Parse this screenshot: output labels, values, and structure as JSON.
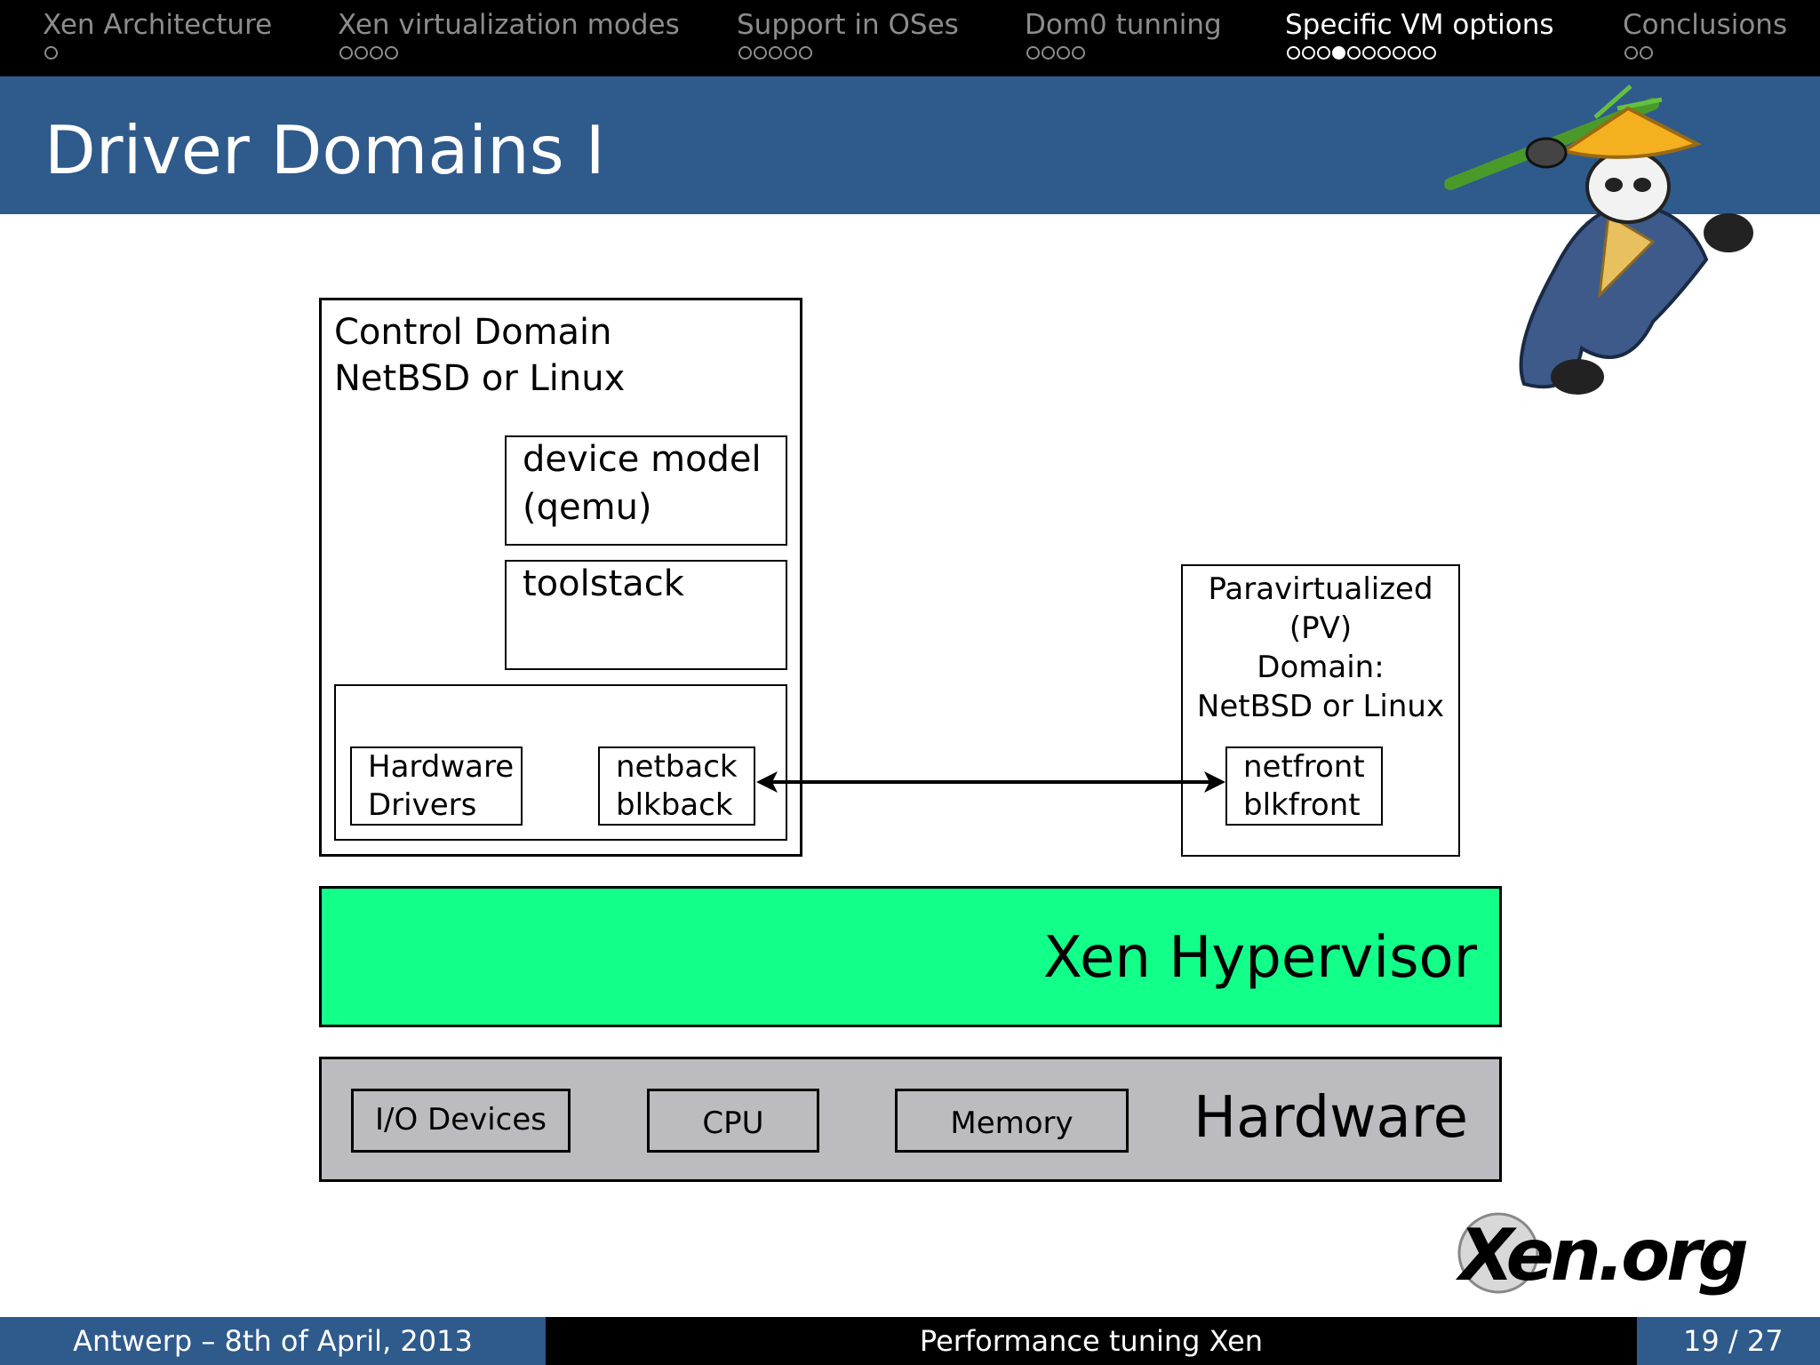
{
  "nav": {
    "sections": [
      {
        "title": "Xen Architecture",
        "dots": 1,
        "filled_index": -1,
        "active": false
      },
      {
        "title": "Xen virtualization modes",
        "dots": 4,
        "filled_index": -1,
        "active": false
      },
      {
        "title": "Support in OSes",
        "dots": 5,
        "filled_index": -1,
        "active": false
      },
      {
        "title": "Dom0 tunning",
        "dots": 4,
        "filled_index": -1,
        "active": false
      },
      {
        "title": "Specific VM options",
        "dots": 10,
        "filled_index": 3,
        "active": true
      },
      {
        "title": "Conclusions",
        "dots": 2,
        "filled_index": -1,
        "active": false
      }
    ]
  },
  "slide": {
    "title": "Driver Domains I"
  },
  "diagram": {
    "control_domain": {
      "line1": "Control Domain",
      "line2": "NetBSD or Linux"
    },
    "device_model": {
      "line1": "device model",
      "line2": "(qemu)"
    },
    "toolstack": {
      "label": "toolstack"
    },
    "hardware_drivers": {
      "line1": "Hardware",
      "line2": "Drivers"
    },
    "backend": {
      "line1": "netback",
      "line2": "blkback"
    },
    "pv_domain": {
      "line1": "Paravirtualized",
      "line2": "(PV)",
      "line3": "Domain:",
      "line4": "NetBSD or Linux"
    },
    "frontend": {
      "line1": "netfront",
      "line2": "blkfront"
    },
    "hypervisor": {
      "label": "Xen Hypervisor",
      "color": "#12ff8a"
    },
    "hardware": {
      "label": "Hardware",
      "color": "#bcbbbf",
      "components": [
        "I/O Devices",
        "CPU",
        "Memory"
      ]
    }
  },
  "logos": {
    "xen_org": "Xen.org",
    "mascot": "xen-panda-mascot-icon"
  },
  "footer": {
    "left": "Antwerp – 8th of April, 2013",
    "center": "Performance tuning Xen",
    "page_current": "19",
    "page_total": "27",
    "page_text": "19 / 27"
  },
  "colors": {
    "nav_bg": "#000000",
    "title_band": "#2f5a8c",
    "footer_side": "#2f5a8c",
    "footer_center": "#000000"
  }
}
